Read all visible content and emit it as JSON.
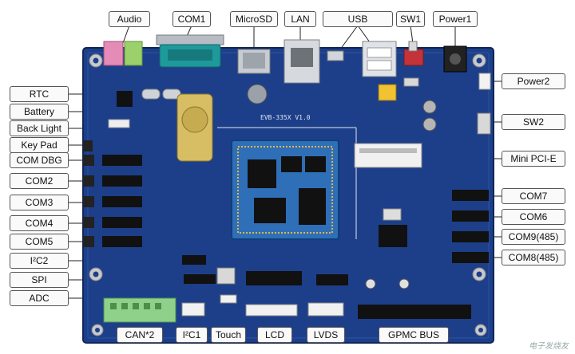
{
  "board": {
    "silkscreen": "EVB-335X V1.0",
    "colors": {
      "pcb": "#1d3f8a",
      "pcb_dark": "#14306f",
      "som": "#2f6fb8",
      "leader": "#222222",
      "label_border": "#555555"
    }
  },
  "callouts": {
    "audio": "Audio",
    "com1": "COM1",
    "microsd": "MicroSD",
    "lan": "LAN",
    "usb": "USB",
    "sw1": "SW1",
    "power1": "Power1",
    "rtc": "RTC",
    "battery": "Battery",
    "backlight": "Back Light",
    "keypad": "Key Pad",
    "comdbg": "COM DBG",
    "com2": "COM2",
    "com3": "COM3",
    "com4": "COM4",
    "com5": "COM5",
    "i2c2": "I²C2",
    "spi": "SPI",
    "adc": "ADC",
    "power2": "Power2",
    "sw2": "SW2",
    "minipcie": "Mini PCI-E",
    "com7": "COM7",
    "com6": "COM6",
    "com9": "COM9(485)",
    "com8": "COM8(485)",
    "can": "CAN*2",
    "i2c1": "I²C1",
    "touch": "Touch",
    "lcd": "LCD",
    "lvds": "LVDS",
    "gpmc": "GPMC BUS"
  },
  "watermark": "电子发烧友"
}
